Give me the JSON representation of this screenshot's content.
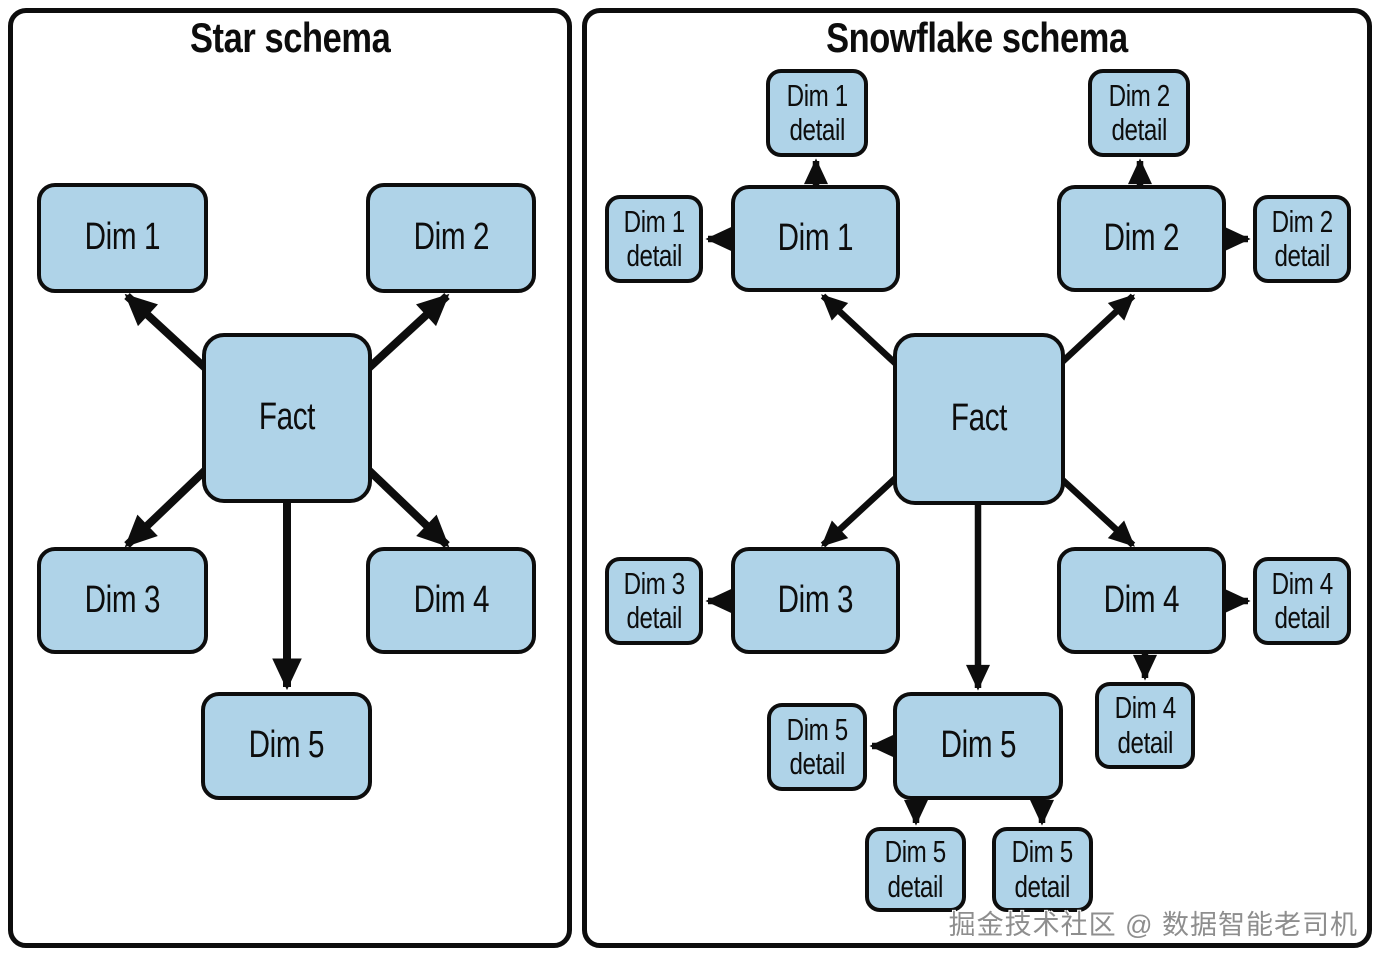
{
  "diagram": {
    "left_panel": {
      "title": "Star schema",
      "nodes": {
        "fact": {
          "label": "Fact"
        },
        "dim1": {
          "label": "Dim 1"
        },
        "dim2": {
          "label": "Dim 2"
        },
        "dim3": {
          "label": "Dim 3"
        },
        "dim4": {
          "label": "Dim 4"
        },
        "dim5": {
          "label": "Dim 5"
        }
      },
      "edges": [
        {
          "from": "fact",
          "to": "dim1"
        },
        {
          "from": "fact",
          "to": "dim2"
        },
        {
          "from": "fact",
          "to": "dim3"
        },
        {
          "from": "fact",
          "to": "dim4"
        },
        {
          "from": "fact",
          "to": "dim5"
        }
      ]
    },
    "right_panel": {
      "title": "Snowflake schema",
      "nodes": {
        "fact": {
          "label": "Fact"
        },
        "dim1": {
          "label": "Dim 1"
        },
        "dim2": {
          "label": "Dim 2"
        },
        "dim3": {
          "label": "Dim 3"
        },
        "dim4": {
          "label": "Dim 4"
        },
        "dim5": {
          "label": "Dim 5"
        },
        "dim1_detail_top": {
          "label": "Dim 1\ndetail"
        },
        "dim1_detail_left": {
          "label": "Dim 1\ndetail"
        },
        "dim2_detail_top": {
          "label": "Dim 2\ndetail"
        },
        "dim2_detail_right": {
          "label": "Dim 2\ndetail"
        },
        "dim3_detail_left": {
          "label": "Dim 3\ndetail"
        },
        "dim4_detail_right": {
          "label": "Dim 4\ndetail"
        },
        "dim4_detail_below": {
          "label": "Dim 4\ndetail"
        },
        "dim5_detail_left": {
          "label": "Dim 5\ndetail"
        },
        "dim5_detail_bottom_left": {
          "label": "Dim 5\ndetail"
        },
        "dim5_detail_bottom_right": {
          "label": "Dim 5\ndetail"
        }
      },
      "edges": [
        {
          "from": "fact",
          "to": "dim1"
        },
        {
          "from": "fact",
          "to": "dim2"
        },
        {
          "from": "fact",
          "to": "dim3"
        },
        {
          "from": "fact",
          "to": "dim4"
        },
        {
          "from": "fact",
          "to": "dim5"
        },
        {
          "from": "dim1",
          "to": "dim1_detail_top"
        },
        {
          "from": "dim1",
          "to": "dim1_detail_left"
        },
        {
          "from": "dim2",
          "to": "dim2_detail_top"
        },
        {
          "from": "dim2",
          "to": "dim2_detail_right"
        },
        {
          "from": "dim3",
          "to": "dim3_detail_left"
        },
        {
          "from": "dim4",
          "to": "dim4_detail_right"
        },
        {
          "from": "dim4",
          "to": "dim4_detail_below"
        },
        {
          "from": "dim5",
          "to": "dim5_detail_left"
        },
        {
          "from": "dim5",
          "to": "dim5_detail_bottom_left"
        },
        {
          "from": "dim5",
          "to": "dim5_detail_bottom_right"
        }
      ]
    },
    "watermark": "掘金技术社区 @ 数据智能老司机",
    "colors": {
      "background": "#ffffff",
      "node_fill": "#afd3e8",
      "node_border": "#0d0d0d",
      "panel_border": "#0d0d0d",
      "arrow": "#0d0d0d",
      "watermark": "#8e8e8e"
    }
  }
}
